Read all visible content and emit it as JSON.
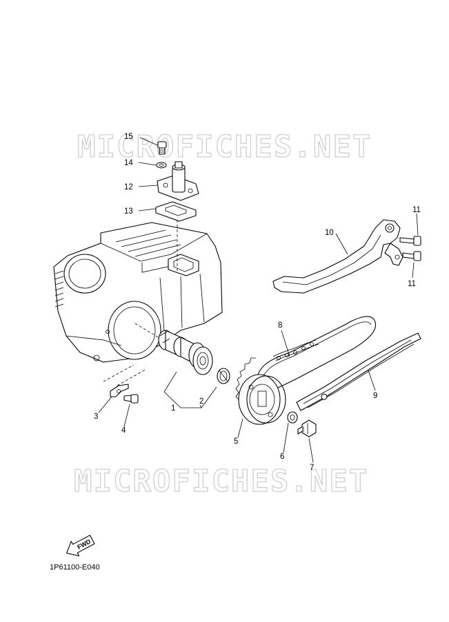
{
  "watermark": {
    "top": "MICROFICHES.NET",
    "bottom": "MICROFICHES.NET"
  },
  "callouts": {
    "p1": "1",
    "p2": "2",
    "p3": "3",
    "p4": "4",
    "p5": "5",
    "p6": "6",
    "p7": "7",
    "p8": "8",
    "p9": "9",
    "p10": "10",
    "p11a": "11",
    "p11b": "11",
    "p12": "12",
    "p13": "13",
    "p14": "14",
    "p15": "15"
  },
  "direction_badge": "FWD",
  "diagram_code": "1P61100-E040"
}
